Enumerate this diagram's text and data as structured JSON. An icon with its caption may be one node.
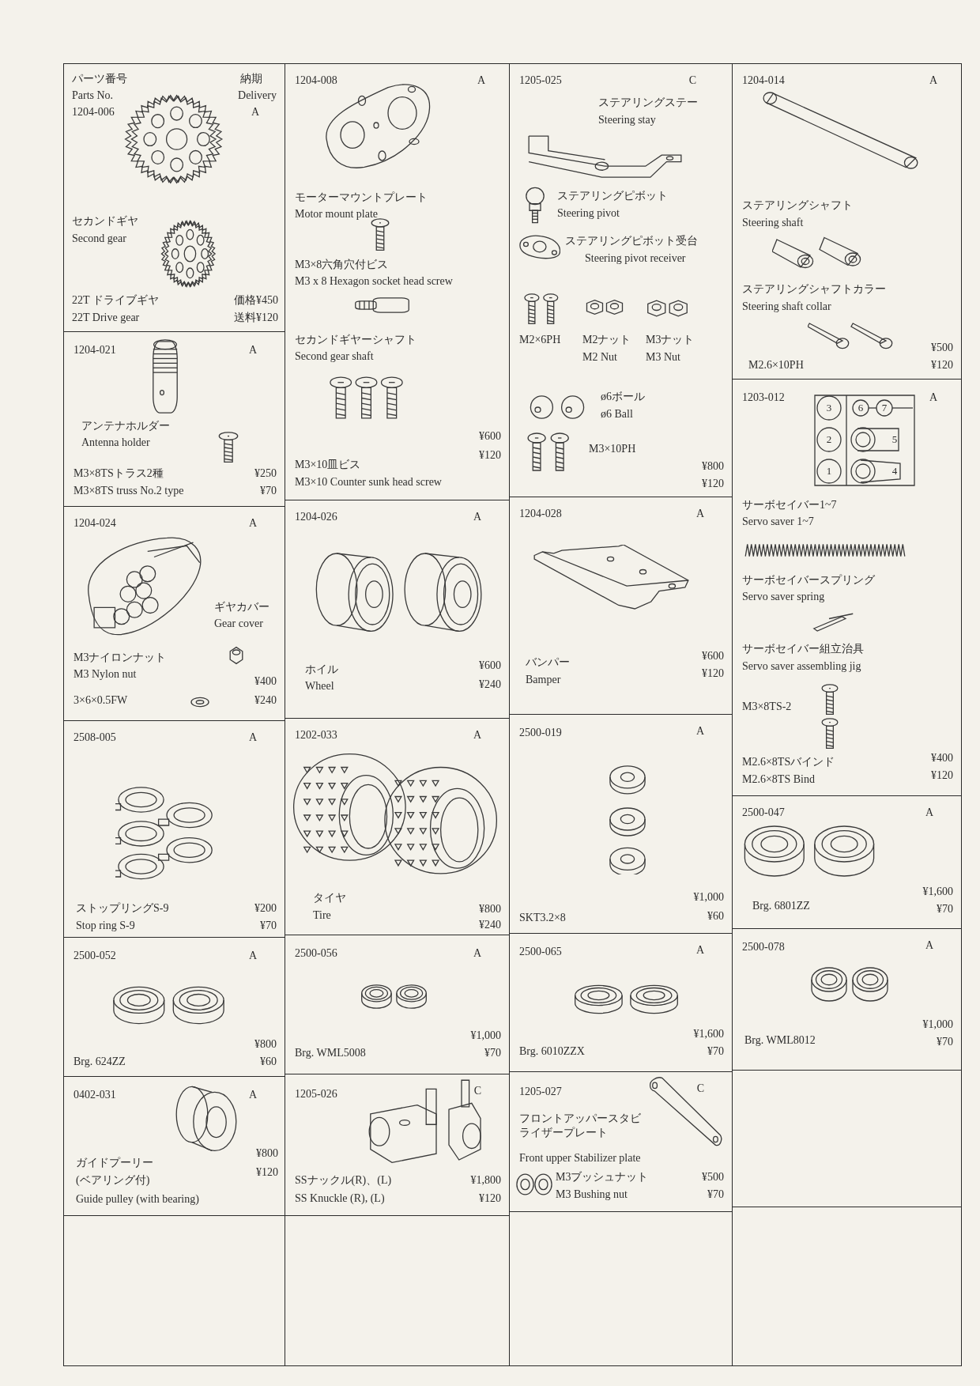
{
  "diagram": {
    "nodes": [
      {
        "text": [
          "パーツ番号",
          "Parts No.",
          "1204-006",
          "納期",
          "Delivery",
          "A",
          "セカンドギヤ",
          "Second gear",
          "22T ドライブギヤ",
          "22T Drive gear",
          "価格¥450",
          "送料¥120"
        ]
      },
      {
        "text": [
          "1204-021",
          "A",
          "アンテナホルダー",
          "Antenna holder",
          "M3×8TSトラス2種",
          "M3×8TS truss No.2 type",
          "¥250",
          "¥70"
        ]
      },
      {
        "text": [
          "1204-024",
          "A",
          "ギヤカバー",
          "Gear cover",
          "M3ナイロンナット",
          "M3 Nylon nut",
          "3×6×0.5FW",
          "¥400",
          "¥240"
        ]
      },
      {
        "text": [
          "2508-005",
          "A",
          "ストップリングS-9",
          "Stop ring S-9",
          "¥200",
          "¥70"
        ]
      },
      {
        "text": [
          "2500-052",
          "A",
          "Brg. 624ZZ",
          "¥800",
          "¥60"
        ]
      },
      {
        "text": [
          "0402-031",
          "A",
          "ガイドプーリー",
          "(ベアリング付)",
          "Guide pulley (with bearing)",
          "¥800",
          "¥120"
        ]
      },
      {
        "text": [],
        "shape": "box"
      },
      {
        "text": [
          "1204-008",
          "A",
          "モーターマウントプレート",
          "Motor mount plate",
          "M3×8六角穴付ビス",
          "M3 x 8 Hexagon socket head screw",
          "セカンドギヤーシャフト",
          "Second gear shaft",
          "M3×10皿ビス",
          "M3×10 Counter sunk head screw",
          "¥600",
          "¥120"
        ]
      },
      {
        "text": [
          "1204-026",
          "A",
          "ホイル",
          "Wheel",
          "¥600",
          "¥240"
        ]
      },
      {
        "text": [
          "1202-033",
          "A",
          "タイヤ",
          "Tire",
          "¥800",
          "¥240"
        ]
      },
      {
        "text": [
          "2500-056",
          "A",
          "Brg. WML5008",
          "¥1,000",
          "¥70"
        ]
      },
      {
        "text": [
          "1205-026",
          "C",
          "SSナックル(R)、(L)",
          "SS Knuckle (R), (L)",
          "¥1,800",
          "¥120"
        ]
      },
      {
        "text": [],
        "shape": "box"
      },
      {
        "text": [
          "1205-025",
          "C",
          "ステアリングステー",
          "Steering stay",
          "ステアリングピボット",
          "Steering pivot",
          "ステアリングピボット受台",
          "Steering pivot receiver",
          "M2×6PH",
          "M2ナット",
          "M2 Nut",
          "M3ナット",
          "M3 Nut",
          "ø6ボール",
          "ø6 Ball",
          "M3×10PH",
          "¥800",
          "¥120"
        ]
      },
      {
        "text": [
          "1204-028",
          "A",
          "バンパー",
          "Bamper",
          "¥600",
          "¥120"
        ]
      },
      {
        "text": [
          "2500-019",
          "A",
          "SKT3.2×8",
          "¥1,000",
          "¥60"
        ]
      },
      {
        "text": [
          "2500-065",
          "A",
          "Brg. 6010ZZX",
          "¥1,600",
          "¥70"
        ]
      },
      {
        "text": [
          "1205-027",
          "C",
          "フロントアッパースタビライザープレート",
          "Front upper Stabilizer plate",
          "M3ブッシュナット",
          "M3 Bushing nut",
          "¥500",
          "¥70"
        ]
      },
      {
        "text": [],
        "shape": "box"
      },
      {
        "text": [
          "1204-014",
          "A",
          "ステアリングシャフト",
          "Steering shaft",
          "ステアリングシャフトカラー",
          "Steering shaft collar",
          "M2.6×10PH",
          "¥500",
          "¥120"
        ]
      },
      {
        "text": [
          "1203-012",
          "A",
          "サーボセイバー1~7",
          "Servo saver 1~7",
          "サーボセイバースプリング",
          "Servo saver spring",
          "サーボセイバー組立治具",
          "Servo saver assembling jig",
          "M3×8TS-2",
          "M2.6×8TSバインド",
          "M2.6×8TS Bind",
          "¥400",
          "¥120"
        ]
      },
      {
        "text": [
          "2500-047",
          "A",
          "Brg. 6801ZZ",
          "¥1,600",
          "¥70"
        ]
      },
      {
        "text": [
          "2500-078",
          "A",
          "Brg. WML8012",
          "¥1,000",
          "¥70"
        ]
      },
      {
        "text": [],
        "shape": "box"
      },
      {
        "text": [],
        "shape": "box"
      }
    ],
    "labels": [
      "3",
      "6",
      "7",
      "2",
      "5",
      "1",
      "4"
    ]
  }
}
